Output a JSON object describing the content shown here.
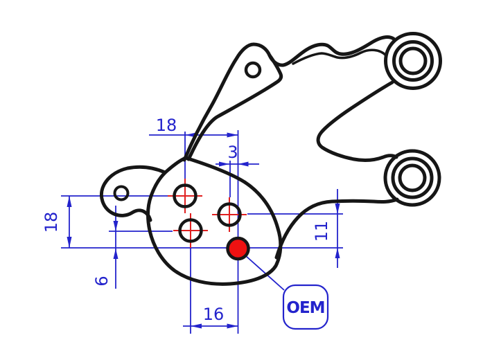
{
  "drawing": {
    "dimensions": {
      "top_width": "18",
      "hole_gap": "3",
      "left_height": "18",
      "right_height": "11",
      "bottom_width": "16",
      "lower_gap": "6"
    },
    "callout": {
      "label": "OEM"
    },
    "colors": {
      "dimension": "#2323cc",
      "center_mark": "#e02020",
      "oem_hole": "#ee1111",
      "outline": "#161616"
    }
  }
}
